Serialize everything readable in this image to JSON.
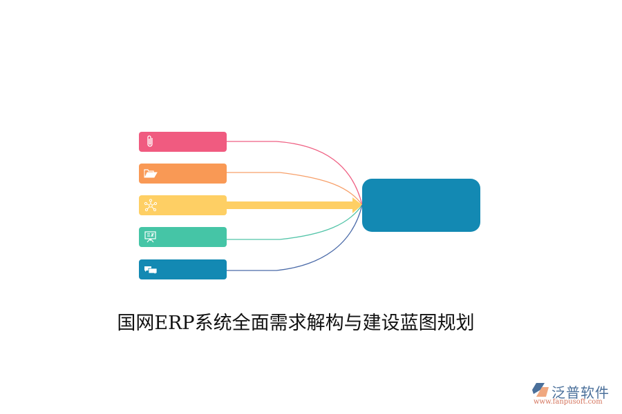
{
  "diagram": {
    "title": "国网ERP系统全面需求解构与建设蓝图规划",
    "center": {
      "label": "",
      "color": "#1389b3"
    },
    "nodes": [
      {
        "icon": "paperclip-icon",
        "label": "",
        "color": "#f05b80",
        "link_color": "#ef5f82"
      },
      {
        "icon": "folder-open-icon",
        "label": "",
        "color": "#f99955",
        "link_color": "#f7a06a"
      },
      {
        "icon": "network-icon",
        "label": "",
        "color": "#fecf64",
        "link_color": "#fecf64"
      },
      {
        "icon": "presentation-board-icon",
        "label": "",
        "color": "#45c5a6",
        "link_color": "#52c4a8"
      },
      {
        "icon": "chat-bubbles-icon",
        "label": "",
        "color": "#1389b3",
        "link_color": "#4a6aa8"
      }
    ]
  },
  "logo": {
    "brand": "泛普软件",
    "url": "www.fanpusoft.com",
    "colors": {
      "blue": "#4a6f9a",
      "orange": "#d4745c"
    }
  }
}
